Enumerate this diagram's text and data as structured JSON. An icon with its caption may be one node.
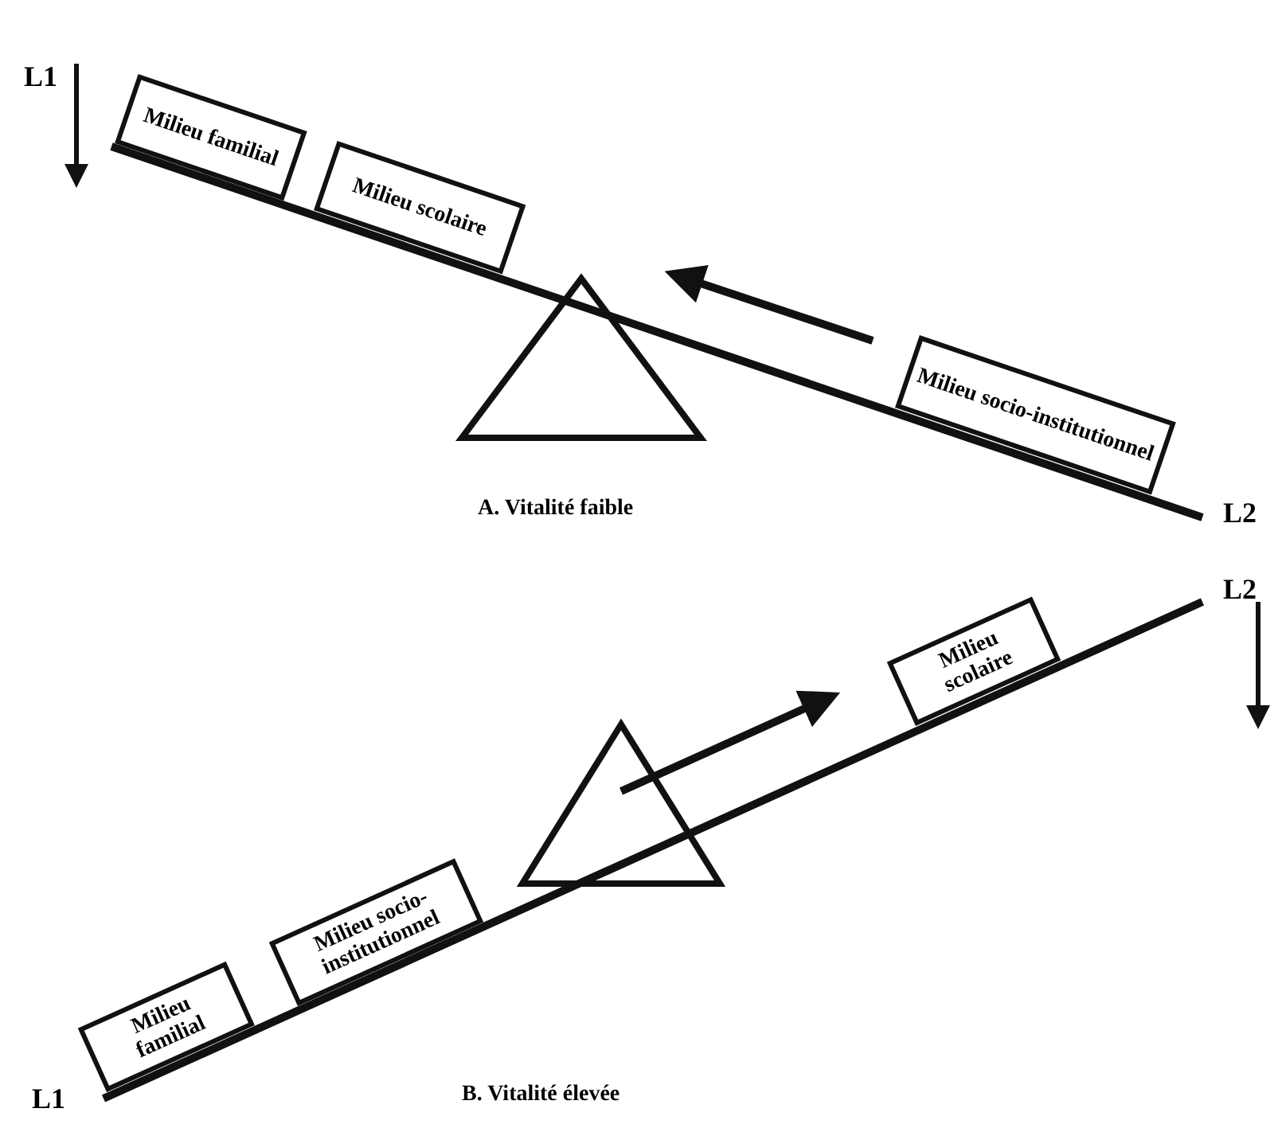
{
  "diagram": {
    "nodes": [
      {
        "text": [
          "Milieu familial"
        ]
      },
      {
        "text": [
          "Milieu scolaire"
        ]
      },
      {
        "text": [],
        "shape": "triangle"
      },
      {
        "text": [
          "Milieu socio-institutionnel"
        ]
      },
      {
        "text": [
          "Milieu familial"
        ]
      },
      {
        "text": [
          "Milieu socio-institutionnel"
        ]
      },
      {
        "text": [],
        "shape": "triangle"
      },
      {
        "text": [
          "Milieu scolaire"
        ]
      }
    ],
    "edges": [],
    "labels": [
      "L1",
      "L2",
      "A. Vitalité faible",
      "L2",
      "L1",
      "B. Vitalité élevée"
    ]
  }
}
